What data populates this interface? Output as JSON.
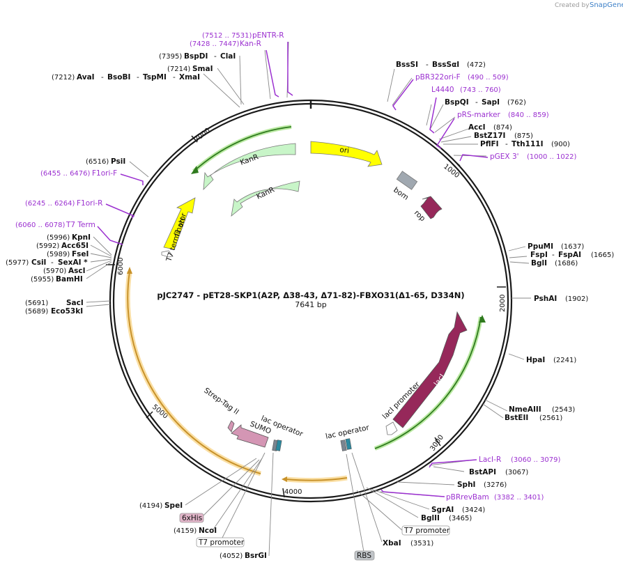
{
  "branding": {
    "created_by": "Created by",
    "app": "SnapGene"
  },
  "map": {
    "title": "pJC2747 - pET28-SKP1(A2P, Δ38-43, Δ71-82)-FBXO31(Δ1-65, D334N)",
    "length": "7641 bp"
  },
  "ticks": [
    "1000",
    "2000",
    "3000",
    "4000",
    "5000",
    "6000",
    "7000"
  ],
  "sites": {
    "bssSI": "BssSI",
    "bssSaI": "BssSαI",
    "bssSI_pos": "(472)",
    "bspQI": "BspQI",
    "sapI": "SapI",
    "bspQI_pos": "(762)",
    "accI": "AccI",
    "accI_pos": "(874)",
    "bstZ17I": "BstZ17I",
    "bstZ17I_pos": "(875)",
    "pflFI": "PflFI",
    "tth111I": "Tth111I",
    "pflFI_pos": "(900)",
    "ppuMI": "PpuMI",
    "ppuMI_pos": "(1637)",
    "fspI": "FspI",
    "fspAI": "FspAI",
    "fspI_pos": "(1665)",
    "bglI": "BglI",
    "bglI_pos": "(1686)",
    "pshAI": "PshAI",
    "pshAI_pos": "(1902)",
    "hpaI": "HpaI",
    "hpaI_pos": "(2241)",
    "nmeAIII": "NmeAIII",
    "nmeAIII_pos": "(2543)",
    "bstEII": "BstEII",
    "bstEII_pos": "(2561)",
    "bstAPI": "BstAPI",
    "bstAPI_pos": "(3067)",
    "sphI": "SphI",
    "sphI_pos": "(3276)",
    "sgrAI": "SgrAI",
    "sgrAI_pos": "(3424)",
    "bglII": "BglII",
    "bglII_pos": "(3465)",
    "xbaI": "XbaI",
    "xbaI_pos": "(3531)",
    "bsrGI": "BsrGI",
    "bsrGI_pos": "(4052)",
    "ncoI": "NcoI",
    "ncoI_pos": "(4159)",
    "speI": "SpeI",
    "speI_pos": "(4194)",
    "eco53kI": "Eco53kI",
    "eco53kI_pos": "(5689)",
    "sacI": "SacI",
    "sacI_pos": "(5691)",
    "bamHI": "BamHI",
    "bamHI_pos": "(5955)",
    "ascI": "AscI",
    "ascI_pos": "(5970)",
    "csiI": "CsiI",
    "sexAI": "SexAI *",
    "csiI_pos": "(5977)",
    "fseI": "FseI",
    "fseI_pos": "(5989)",
    "acc65I": "Acc65I",
    "acc65I_pos": "(5992)",
    "kpnI": "KpnI",
    "kpnI_pos": "(5996)",
    "psiI": "PsiI",
    "psiI_pos": "(6516)",
    "avaI": "AvaI",
    "bsoBI": "BsoBI",
    "tspMI": "TspMI",
    "xmaI": "XmaI",
    "avaI_pos": "(7212)",
    "smaI": "SmaI",
    "smaI_pos": "(7214)",
    "bspDI": "BspDI",
    "claI": "ClaI",
    "bspDI_pos": "(7395)"
  },
  "primers": {
    "pentr_r": "pENTR-R",
    "pentr_r_pos": "(7512 .. 7531)",
    "kan_r": "Kan-R",
    "kan_r_pos": "(7428 .. 7447)",
    "pbr322ori_f": "pBR322ori-F",
    "pbr322ori_f_pos": "(490 .. 509)",
    "l4440": "L4440",
    "l4440_pos": "(743 .. 760)",
    "prs_marker": "pRS-marker",
    "prs_marker_pos": "(840 .. 859)",
    "pgex3": "pGEX 3'",
    "pgex3_pos": "(1000 .. 1022)",
    "laci_r": "LacI-R",
    "laci_r_pos": "(3060 .. 3079)",
    "pbrrevbam": "pBRrevBam",
    "pbrrevbam_pos": "(3382 .. 3401)",
    "f1ori_f": "F1ori-F",
    "f1ori_f_pos": "(6455 .. 6476)",
    "f1ori_r": "F1ori-R",
    "f1ori_r_pos": "(6245 .. 6264)",
    "t7term": "T7 Term",
    "t7term_pos": "(6060 .. 6078)"
  },
  "features": {
    "ori": "ori",
    "bom": "bom",
    "rop": "rop",
    "kanr1": "KanR",
    "kanr2": "KanR",
    "f1ori": "f1 ori",
    "t7terminator": "T7 terminator",
    "laci": "lacI",
    "laci_promoter": "lacI promoter",
    "lac_operator_1": "lac operator",
    "lac_operator_2": "lac operator",
    "sumo": "SUMO",
    "strep_tag": "Strep-Tag II",
    "t7promoter_1": "T7 promoter",
    "t7promoter_2": "T7 promoter",
    "rbs": "RBS",
    "sixhis": "6xHis"
  },
  "colors": {
    "ori": "#ffff00",
    "kanr": "#c8f5c8",
    "laci": "#96285a",
    "rop": "#96285a",
    "bom": "#a0a8b0",
    "sumo": "#d496b4",
    "orf_highlight": "#f5b73c",
    "primer": "#9b30d0",
    "backbone": "#1a1a1a"
  }
}
